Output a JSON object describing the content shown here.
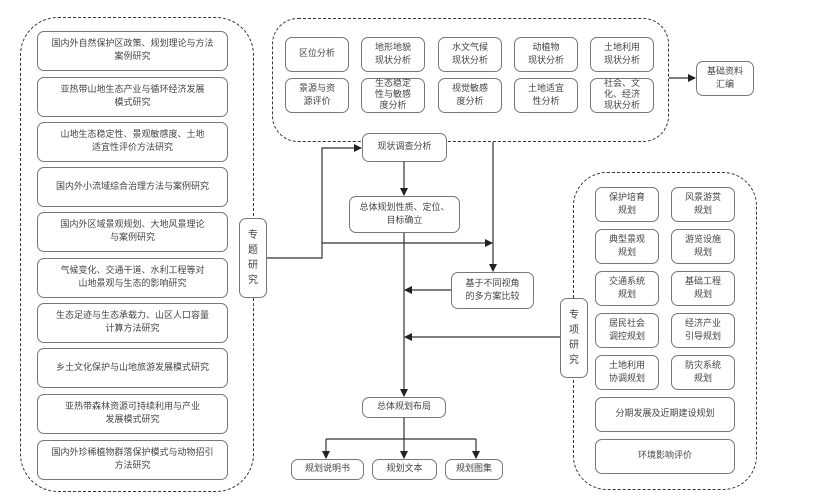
{
  "topic_research": {
    "label": "专题研究",
    "items": [
      "国内外自然保护区政策、规划理论与方法\n案例研究",
      "亚热带山地生态产业与循环经济发展\n模式研究",
      "山地生态稳定性、景观敏感度、土地\n适宜性评价方法研究",
      "国内外小流域综合治理方法与案例研究",
      "国内外区域景观规划、大地风景理论\n与案例研究",
      "气候变化、交通干道、水利工程等对\n山地景观与生态的影响研究",
      "生态足迹与生态承载力、山区人口容量\n计算方法研究",
      "乡土文化保护与山地旅游发展模式研究",
      "亚热带森林资源可持续利用与产业\n发展模式研究",
      "国内外珍稀植物群落保护模式与动物招引\n方法研究"
    ]
  },
  "status_analysis": {
    "row1": [
      "区位分析",
      "地形地貌\n现状分析",
      "水文气候\n现状分析",
      "动植物\n现状分析",
      "土地利用\n现状分析"
    ],
    "row2": [
      "景源与资\n源评价",
      "生态稳定\n性与敏感\n度分析",
      "视觉敏感\n度分析",
      "土地适宜\n性分析",
      "社会、文\n化、经济\n现状分析"
    ],
    "compilation": "基础资料\n汇编"
  },
  "flow": {
    "survey": "现状调查分析",
    "positioning": "总体规划性质、定位、\n目标确立",
    "comparison": "基于不同视角\n的多方案比较",
    "layout": "总体规划布局",
    "outputs": [
      "规划说明书",
      "规划文本",
      "规划图集"
    ]
  },
  "special_research": {
    "label": "专项研究",
    "grid": [
      [
        "保护培育\n规划",
        "风景游赏\n规划"
      ],
      [
        "典型景观\n规划",
        "游览设施\n规划"
      ],
      [
        "交通系统\n规划",
        "基础工程\n规划"
      ],
      [
        "居民社会\n调控规划",
        "经济产业\n引导规划"
      ],
      [
        "土地利用\n协调规划",
        "防灾系统\n规划"
      ]
    ],
    "wide": [
      "分期发展及近期建设规划",
      "环境影响评价"
    ]
  }
}
